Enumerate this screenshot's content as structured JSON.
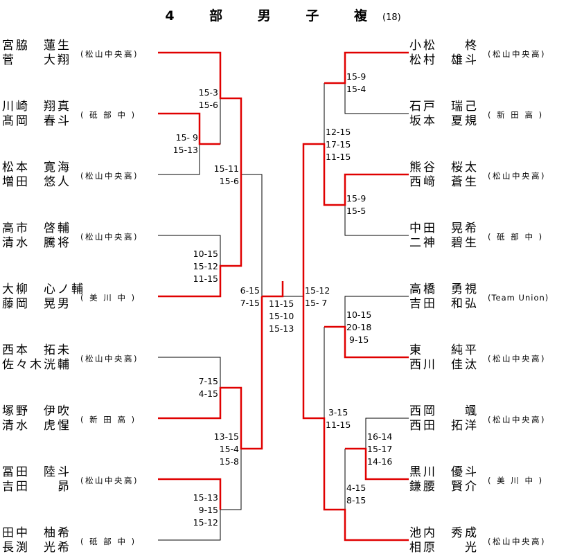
{
  "title": {
    "label": "4 部 男 子 複",
    "count": "(18)"
  },
  "colors": {
    "winner_line": "#e00000",
    "line": "#000000"
  },
  "left_teams": [
    {
      "p1": "宮脇　蓮生",
      "p2": "菅　　大翔",
      "school": "(松山中央高)"
    },
    {
      "p1": "川崎　翔真",
      "p2": "髙岡　春斗",
      "school": "( 砥 部 中 )"
    },
    {
      "p1": "松本　寛海",
      "p2": "増田　悠人",
      "school": "(松山中央高)"
    },
    {
      "p1": "高市　啓輔",
      "p2": "清水　騰将",
      "school": "(松山中央高)"
    },
    {
      "p1": "大柳　心ノ輔",
      "p2": "藤岡　晃男",
      "school": "( 美 川 中 )"
    },
    {
      "p1": "西本　拓未",
      "p2": "佐々木洸輔",
      "school": "(松山中央高)"
    },
    {
      "p1": "塚野　伊吹",
      "p2": "清水　虎惺",
      "school": "( 新 田 高 )"
    },
    {
      "p1": "冨田　陸斗",
      "p2": "吉田　　昴",
      "school": "(松山中央高)"
    },
    {
      "p1": "田中　柚希",
      "p2": "長渕　光希",
      "school": "( 砥 部 中 )"
    }
  ],
  "right_teams": [
    {
      "p1": "小松　　柊",
      "p2": "松村　雄斗",
      "school": "(松山中央高)"
    },
    {
      "p1": "石戸　瑞己",
      "p2": "坂本　夏規",
      "school": "( 新 田 高 )"
    },
    {
      "p1": "熊谷　桜太",
      "p2": "西﨑　蒼生",
      "school": "(松山中央高)"
    },
    {
      "p1": "中田　晃希",
      "p2": "二神　碧生",
      "school": "( 砥 部 中 )"
    },
    {
      "p1": "高橋　勇視",
      "p2": "吉田　和弘",
      "school": "(Team Union)"
    },
    {
      "p1": "東　　純平",
      "p2": "西川　佳汰",
      "school": "(松山中央高)"
    },
    {
      "p1": "西岡　　颯",
      "p2": "西田　拓洋",
      "school": "(松山中央高)"
    },
    {
      "p1": "黒川　優斗",
      "p2": "鎌腰　賢介",
      "school": "( 美 川 中 )"
    },
    {
      "p1": "池内　秀成",
      "p2": "相原　　光",
      "school": "(松山中央高)"
    }
  ],
  "scores": {
    "l_23": "15- 9\n15-13",
    "l_123": "15-3\n15-6",
    "l_45": "10-15\n15-12\n11-15",
    "l_top": "15-11\n15-6",
    "l_67": "7-15\n4-15",
    "l_89": "15-13\n9-15\n15-12",
    "l_bot": "13-15\n15-4\n15-8",
    "l_semi": "6-15\n7-15",
    "final": "11-15\n15-10\n15-13",
    "r_semi": "15-12\n15- 7",
    "r_12": "15-9\n15-4",
    "r_34": "15-9\n15-5",
    "r_top": "12-15\n17-15\n11-15",
    "r_56": "10-15\n20-18\n 9-15",
    "r_78": "16-14\n15-17\n14-16",
    "r_789": "4-15\n8-15",
    "r_bot": " 3-15\n11-15"
  }
}
